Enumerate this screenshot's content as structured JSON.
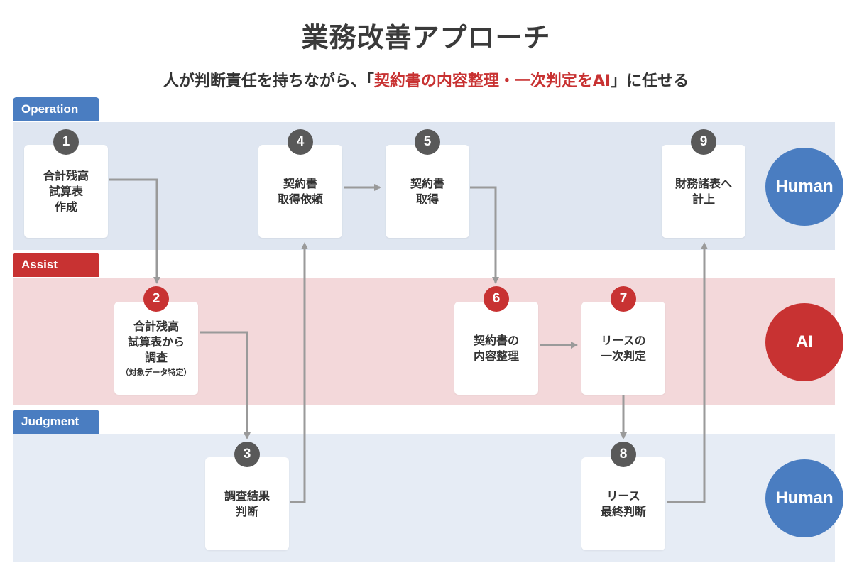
{
  "title": "業務改善アプローチ",
  "subtitle": {
    "prefix": "人が判断責任を持ちながら、「",
    "highlight": "契約書の内容整理・一次判定をAI",
    "suffix": "」に任せる"
  },
  "lanes": {
    "operation": "Operation",
    "assist": "Assist",
    "judgment": "Judgment"
  },
  "actors": {
    "operation": "Human",
    "assist": "AI",
    "judgment": "Human"
  },
  "steps": [
    {
      "num": "1",
      "lines": [
        "合計残高",
        "試算表",
        "作成"
      ]
    },
    {
      "num": "2",
      "lines": [
        "合計残高",
        "試算表から",
        "調査"
      ],
      "note": "（対象データ特定）"
    },
    {
      "num": "3",
      "lines": [
        "調査結果",
        "判断"
      ]
    },
    {
      "num": "4",
      "lines": [
        "契約書",
        "取得依頼"
      ]
    },
    {
      "num": "5",
      "lines": [
        "契約書",
        "取得"
      ]
    },
    {
      "num": "6",
      "lines": [
        "契約書の",
        "内容整理"
      ]
    },
    {
      "num": "7",
      "lines": [
        "リースの",
        "一次判定"
      ]
    },
    {
      "num": "8",
      "lines": [
        "リース",
        "最終判断"
      ]
    },
    {
      "num": "9",
      "lines": [
        "財務諸表へ",
        "計上"
      ]
    }
  ],
  "colors": {
    "human_blue": "#4a7dc1",
    "ai_red": "#c83232",
    "operation_band": "#dfe6f1",
    "assist_band": "#f3d8da",
    "judgment_band": "#e6ecf5",
    "arrow_gray": "#9a9a9a",
    "step_num_gray": "#595959"
  }
}
